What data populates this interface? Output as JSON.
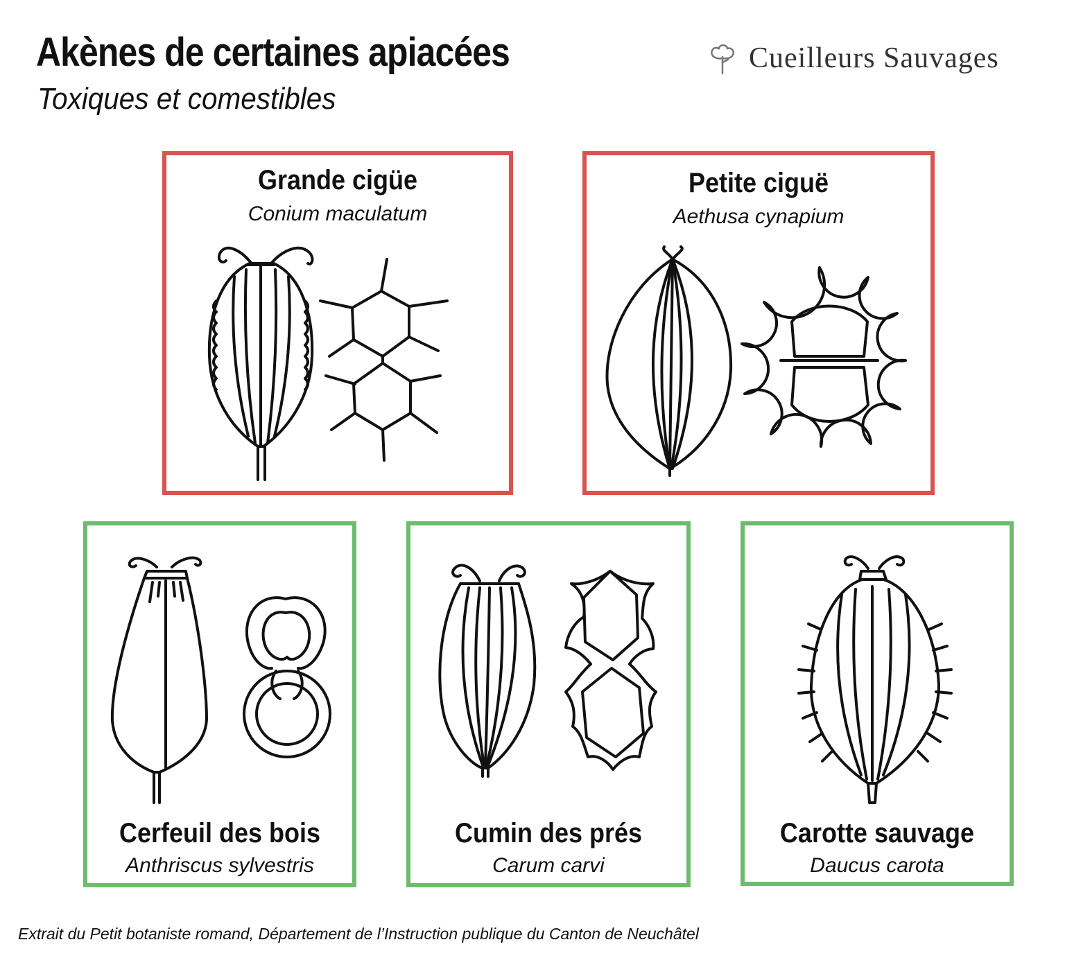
{
  "header": {
    "title": "Akènes de certaines apiacées",
    "subtitle": "Toxiques et comestibles"
  },
  "brand": {
    "name": "Cueilleurs Sauvages",
    "logo_icon": "tree-logo-icon"
  },
  "colors": {
    "toxic_border": "#d9534f",
    "edible_border": "#6dbb6d"
  },
  "cards": [
    {
      "common": "Grande cigüe",
      "latin": "Conium maculatum",
      "category": "toxic"
    },
    {
      "common": "Petite ciguë",
      "latin": "Aethusa cynapium",
      "category": "toxic"
    },
    {
      "common": "Cerfeuil des bois",
      "latin": "Anthriscus sylvestris",
      "category": "edible"
    },
    {
      "common": "Cumin des prés",
      "latin": "Carum carvi",
      "category": "edible"
    },
    {
      "common": "Carotte sauvage",
      "latin": "Daucus carota",
      "category": "edible"
    }
  ],
  "footer": {
    "source": "Extrait du Petit botaniste romand, Département de l’Instruction publique du Canton de Neuchâtel"
  }
}
